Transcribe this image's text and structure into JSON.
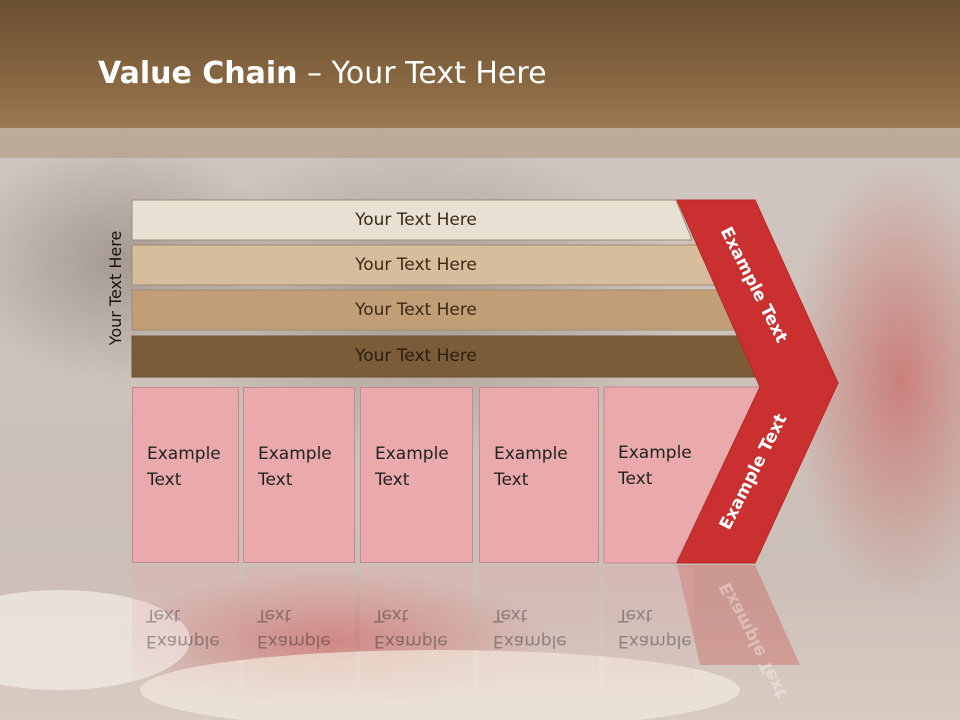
{
  "slide": {
    "title_bold": "Value Chain",
    "title_rest": " – Your Text Here",
    "vertical_label": "Your Text Here",
    "bars": [
      {
        "label": "Your Text Here",
        "color": "#e9e0d4"
      },
      {
        "label": "Your Text Here",
        "color": "#d7bd9c"
      },
      {
        "label": "Your Text Here",
        "color": "#c19e76"
      },
      {
        "label": "Your Text Here",
        "color": "#7a5c38"
      }
    ],
    "boxes": [
      {
        "label": "Example\nText"
      },
      {
        "label": "Example\nText"
      },
      {
        "label": "Example\nText"
      },
      {
        "label": "Example\nText"
      },
      {
        "label": "Example\nText"
      }
    ],
    "chevron_top_label": "Example Text",
    "chevron_bottom_label": "Example Text",
    "colors": {
      "header_band": "#7a5c3a",
      "chevron_red": "#c9302f",
      "box_pink": "#eaa9ab"
    }
  }
}
